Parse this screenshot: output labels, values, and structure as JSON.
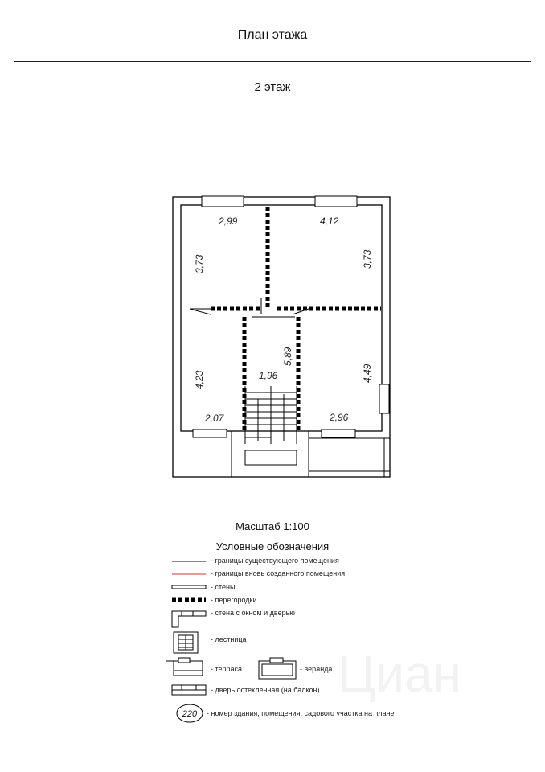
{
  "header": {
    "title": "План этажа"
  },
  "floor": {
    "label": "2 этаж"
  },
  "dimensions": {
    "room_top_left_width": "2,99",
    "room_top_left_height": "3,73",
    "room_top_right_width": "4,12",
    "room_top_right_height": "3,73",
    "room_bottom_left_height": "4,23",
    "room_bottom_left_width": "2,07",
    "corridor_height": "5,89",
    "corridor_width": "1,96",
    "room_bottom_right_height": "4,49",
    "room_bottom_right_width": "2,96"
  },
  "scale": {
    "label": "Масштаб 1:100"
  },
  "legend": {
    "title": "Условные обозначения",
    "items": [
      {
        "text": "- границы существующего помещения",
        "color": "#111111"
      },
      {
        "text": "- границы вновь созданного помещения",
        "color": "#cc3333"
      },
      {
        "text": "- стены"
      },
      {
        "text": "- перегородки"
      },
      {
        "text": "- стена с окном и дверью"
      },
      {
        "text": "- лестница"
      },
      {
        "text": "- терраса"
      },
      {
        "text": "- веранда"
      },
      {
        "text": "- дверь остекленная (на балкон)"
      },
      {
        "text": "- номер здания, помещения, садового участка на плане"
      }
    ],
    "marker_number": "220"
  },
  "watermark": {
    "text": "Циан"
  }
}
